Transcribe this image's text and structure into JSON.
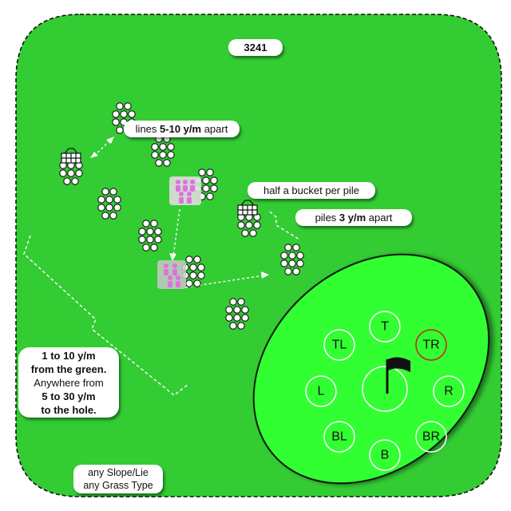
{
  "drill_id": "3241",
  "labels": {
    "lines_apart": {
      "prefix": "lines ",
      "value": "5-10 y/m",
      "suffix": " apart"
    },
    "half_bucket": "half a bucket per pile",
    "piles_apart": {
      "prefix": "piles ",
      "value": "3 y/m",
      "suffix": " apart"
    }
  },
  "distance_note": {
    "line1": "1 to 10 y/m",
    "line2": "from the green.",
    "line3": "Anywhere from",
    "line4": "5 to 30 y/m",
    "line5": "to the hole."
  },
  "conditions": {
    "line1": "any Slope/Lie",
    "line2": "any Grass Type"
  },
  "hole_positions": {
    "top": "T",
    "top_left": "TL",
    "top_right": "TR",
    "left": "L",
    "right": "R",
    "bottom_left": "BL",
    "bottom_right": "BR",
    "bottom": "B"
  },
  "highlighted_position": "TR",
  "colors": {
    "fairway": "#33cc33",
    "green": "#33ff33",
    "highlight_ring": "#cc2222",
    "ball": "#ffffff",
    "player_figure": "#e070e0"
  }
}
